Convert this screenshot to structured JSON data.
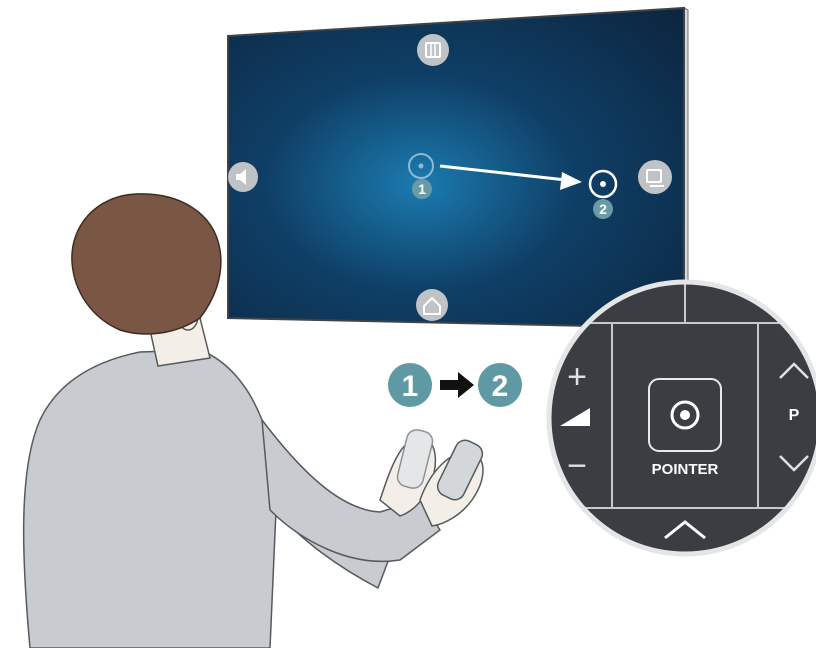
{
  "tv": {
    "screen_gradient": [
      "#1b7bb0",
      "#0f3f66",
      "#0c2742"
    ],
    "icons": [
      {
        "name": "top-menu-icon"
      },
      {
        "name": "left-volume-icon"
      },
      {
        "name": "right-source-icon"
      },
      {
        "name": "bottom-home-icon"
      }
    ],
    "pointer_start_label": "1",
    "pointer_end_label": "2"
  },
  "steps": {
    "step1": "1",
    "step2": "2",
    "accent": "#5f9aa4"
  },
  "remote": {
    "pointer_label": "POINTER",
    "channel_label": "P",
    "volume_up_symbol": "+",
    "volume_down_symbol": "−",
    "panel_color": "#3a3d41"
  }
}
